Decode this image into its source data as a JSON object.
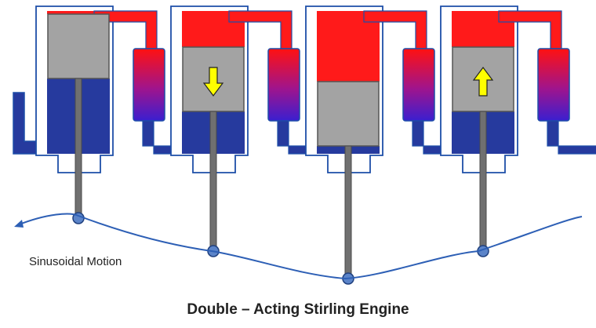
{
  "labels": {
    "motion": "Sinusoidal Motion",
    "title": "Double – Acting Stirling Engine"
  },
  "units": [
    {
      "piston_position": "top",
      "arrow": "none"
    },
    {
      "piston_position": "upper-middle",
      "arrow": "down"
    },
    {
      "piston_position": "bottom",
      "arrow": "none"
    },
    {
      "piston_position": "upper-middle",
      "arrow": "up"
    }
  ],
  "colors": {
    "hot": "#ff1a1a",
    "cold": "#263a9e",
    "piston": "#a3a3a3",
    "rod": "#707070",
    "outline": "#1d4ea8",
    "wave": "#2d5fb5",
    "arrow": "#ffff00",
    "text": "#222222"
  }
}
